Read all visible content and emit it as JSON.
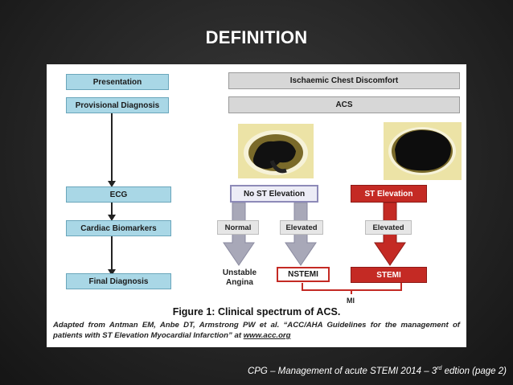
{
  "slide_title": "DEFINITION",
  "left_flow": {
    "presentation": "Presentation",
    "provisional_diagnosis": "Provisional Diagnosis",
    "ecg": "ECG",
    "cardiac_biomarkers": "Cardiac Biomarkers",
    "final_diagnosis": "Final Diagnosis"
  },
  "right_flow": {
    "ischaemic_chest_discomfort": "Ischaemic Chest Discomfort",
    "acs": "ACS",
    "no_st_elevation": "No ST Elevation",
    "st_elevation": "ST Elevation",
    "normal": "Normal",
    "elevated_left": "Elevated",
    "elevated_right": "Elevated",
    "unstable_angina_line1": "Unstable",
    "unstable_angina_line2": "Angina",
    "nstemi": "NSTEMI",
    "stemi": "STEMI",
    "mi": "MI"
  },
  "caption": "Figure 1: Clinical spectrum of ACS.",
  "source_text": "Adapted from Antman EM, Anbe DT, Armstrong PW et al. “ACC/AHA Guidelines for the management of patients with ST Elevation Myocardial Infarction” at",
  "source_url": "www.acc.org",
  "footer_prefix": "CPG – Management of acute STEMI 2014 – 3",
  "footer_sup": "rd",
  "footer_suffix": " edtion (page 2)",
  "colors": {
    "blue_box": "#a9d7e6",
    "grey_box": "#d7d7d7",
    "stemi_red": "#c42a24",
    "no_st_fill": "#ececf6",
    "no_st_border": "#8d8ab8",
    "arrow_grey": "#a8a8b8"
  }
}
